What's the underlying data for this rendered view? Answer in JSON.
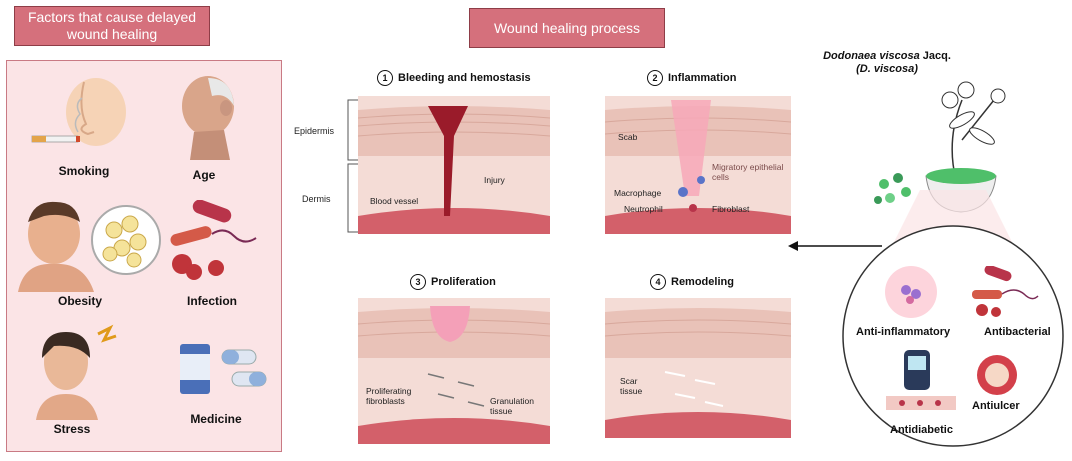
{
  "headers": {
    "factors_title": "Factors that cause delayed wound healing",
    "process_title": "Wound healing process"
  },
  "factors": [
    {
      "label": "Smoking",
      "icon": "cigarette-icon"
    },
    {
      "label": "Age",
      "icon": "elderly-person-icon"
    },
    {
      "label": "Obesity",
      "icon": "obese-person-icon"
    },
    {
      "label": "Infection",
      "icon": "bacteria-icon"
    },
    {
      "label": "Stress",
      "icon": "stressed-person-icon"
    },
    {
      "label": "Medicine",
      "icon": "pills-icon"
    }
  ],
  "layers": {
    "epidermis": "Epidermis",
    "dermis": "Dermis"
  },
  "stages": [
    {
      "num": "1",
      "title": "Bleeding and hemostasis",
      "labels": {
        "injury": "Injury",
        "blood_vessel": "Blood vessel"
      }
    },
    {
      "num": "2",
      "title": "Inflammation",
      "labels": {
        "scab": "Scab",
        "migratory": "Migratory epithelial cells",
        "macrophage": "Macrophage",
        "neutrophil": "Neutrophil",
        "fibroblast": "Fibroblast"
      }
    },
    {
      "num": "3",
      "title": "Proliferation",
      "labels": {
        "proliferating": "Proliferating fibroblasts",
        "granulation": "Granulation tissue"
      }
    },
    {
      "num": "4",
      "title": "Remodeling",
      "labels": {
        "scar": "Scar tissue"
      }
    }
  ],
  "plant": {
    "name_italic": "Dodonaea viscosa",
    "name_rest": " Jacq.",
    "abbr": "(D. viscosa)"
  },
  "activities": [
    "Anti-inflammatory",
    "Antibacterial",
    "Antidiabetic",
    "Antiulcer"
  ],
  "colors": {
    "header_bg": "#d5707c",
    "panel_bg": "#fbe4e6",
    "skin_pink": "#f2c9c4",
    "blood": "#9a1b2a",
    "plant_green": "#4fbf6a"
  }
}
